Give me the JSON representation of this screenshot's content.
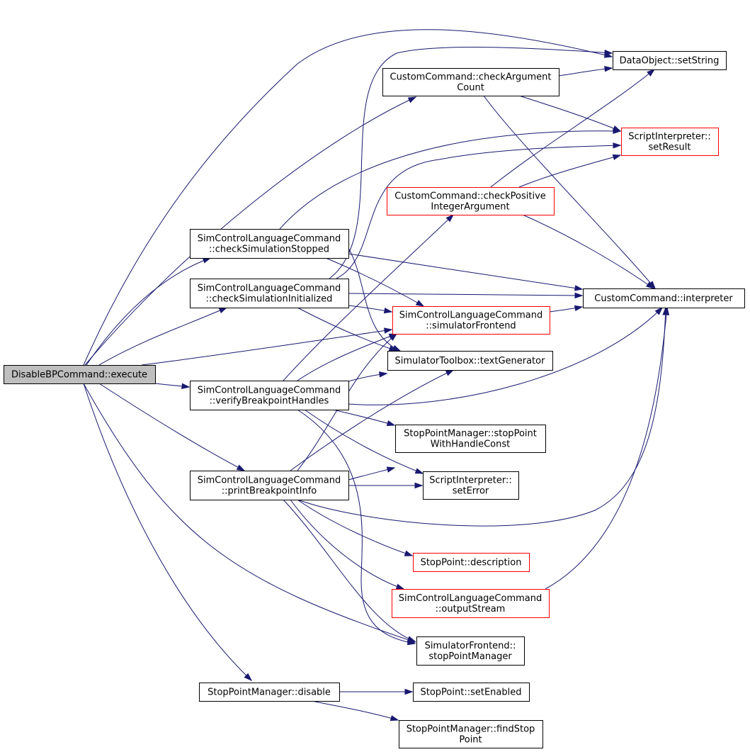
{
  "graph": {
    "edge_color": "#191970",
    "red_border_color": "#ff0000",
    "root_fill_color": "#bfbfbf",
    "nodes": {
      "execute": {
        "lines": [
          "DisableBPCommand::execute"
        ],
        "style": "root"
      },
      "setString": {
        "lines": [
          "DataObject::setString"
        ],
        "style": "normal"
      },
      "checkArgumentCount": {
        "lines": [
          "CustomCommand::checkArgument",
          "Count"
        ],
        "style": "normal"
      },
      "setResult": {
        "lines": [
          "ScriptInterpreter::",
          "setResult"
        ],
        "style": "red"
      },
      "checkPositive": {
        "lines": [
          "CustomCommand::checkPositive",
          "IntegerArgument"
        ],
        "style": "red"
      },
      "checkStopped": {
        "lines": [
          "SimControlLanguageCommand",
          "::checkSimulationStopped"
        ],
        "style": "normal"
      },
      "checkInitialized": {
        "lines": [
          "SimControlLanguageCommand",
          "::checkSimulationInitialized"
        ],
        "style": "normal"
      },
      "interpreter": {
        "lines": [
          "CustomCommand::interpreter"
        ],
        "style": "normal"
      },
      "simulatorFrontend": {
        "lines": [
          "SimControlLanguageCommand",
          "::simulatorFrontend"
        ],
        "style": "red"
      },
      "textGenerator": {
        "lines": [
          "SimulatorToolbox::textGenerator"
        ],
        "style": "normal"
      },
      "verifyHandles": {
        "lines": [
          "SimControlLanguageCommand",
          "::verifyBreakpointHandles"
        ],
        "style": "normal"
      },
      "stopPointWithHandle": {
        "lines": [
          "StopPointManager::stopPoint",
          "WithHandleConst"
        ],
        "style": "normal"
      },
      "printInfo": {
        "lines": [
          "SimControlLanguageCommand",
          "::printBreakpointInfo"
        ],
        "style": "normal"
      },
      "setError": {
        "lines": [
          "ScriptInterpreter::",
          "setError"
        ],
        "style": "normal"
      },
      "description": {
        "lines": [
          "StopPoint::description"
        ],
        "style": "red"
      },
      "outputStream": {
        "lines": [
          "SimControlLanguageCommand",
          "::outputStream"
        ],
        "style": "red"
      },
      "stopPointManager": {
        "lines": [
          "SimulatorFrontend::",
          "stopPointManager"
        ],
        "style": "normal"
      },
      "disable": {
        "lines": [
          "StopPointManager::disable"
        ],
        "style": "normal"
      },
      "setEnabled": {
        "lines": [
          "StopPoint::setEnabled"
        ],
        "style": "normal"
      },
      "findStopPoint": {
        "lines": [
          "StopPointManager::findStop",
          "Point"
        ],
        "style": "normal"
      }
    },
    "edges": [
      {
        "from": "execute",
        "to": "setString"
      },
      {
        "from": "execute",
        "to": "checkArgumentCount"
      },
      {
        "from": "execute",
        "to": "checkStopped"
      },
      {
        "from": "execute",
        "to": "checkInitialized"
      },
      {
        "from": "execute",
        "to": "simulatorFrontend"
      },
      {
        "from": "execute",
        "to": "verifyHandles"
      },
      {
        "from": "execute",
        "to": "printInfo"
      },
      {
        "from": "execute",
        "to": "stopPointManager"
      },
      {
        "from": "execute",
        "to": "disable"
      },
      {
        "from": "checkArgumentCount",
        "to": "setString"
      },
      {
        "from": "checkArgumentCount",
        "to": "setResult"
      },
      {
        "from": "checkArgumentCount",
        "to": "interpreter"
      },
      {
        "from": "checkPositive",
        "to": "setString"
      },
      {
        "from": "checkPositive",
        "to": "setResult"
      },
      {
        "from": "checkPositive",
        "to": "interpreter"
      },
      {
        "from": "checkStopped",
        "to": "setResult"
      },
      {
        "from": "checkStopped",
        "to": "interpreter"
      },
      {
        "from": "checkStopped",
        "to": "simulatorFrontend"
      },
      {
        "from": "checkStopped",
        "to": "textGenerator"
      },
      {
        "from": "checkInitialized",
        "to": "setString"
      },
      {
        "from": "checkInitialized",
        "to": "setResult"
      },
      {
        "from": "checkInitialized",
        "to": "interpreter"
      },
      {
        "from": "checkInitialized",
        "to": "simulatorFrontend"
      },
      {
        "from": "checkInitialized",
        "to": "textGenerator"
      },
      {
        "from": "simulatorFrontend",
        "to": "interpreter"
      },
      {
        "from": "verifyHandles",
        "to": "checkPositive"
      },
      {
        "from": "verifyHandles",
        "to": "simulatorFrontend"
      },
      {
        "from": "verifyHandles",
        "to": "textGenerator"
      },
      {
        "from": "verifyHandles",
        "to": "interpreter"
      },
      {
        "from": "verifyHandles",
        "to": "stopPointWithHandle"
      },
      {
        "from": "verifyHandles",
        "to": "setError"
      },
      {
        "from": "verifyHandles",
        "to": "stopPointManager"
      },
      {
        "from": "printInfo",
        "to": "simulatorFrontend"
      },
      {
        "from": "printInfo",
        "to": "textGenerator"
      },
      {
        "from": "printInfo",
        "to": "stopPointWithHandle"
      },
      {
        "from": "printInfo",
        "to": "setError"
      },
      {
        "from": "printInfo",
        "to": "interpreter"
      },
      {
        "from": "printInfo",
        "to": "description"
      },
      {
        "from": "printInfo",
        "to": "outputStream"
      },
      {
        "from": "printInfo",
        "to": "stopPointManager"
      },
      {
        "from": "outputStream",
        "to": "interpreter"
      },
      {
        "from": "disable",
        "to": "setEnabled"
      },
      {
        "from": "disable",
        "to": "findStopPoint"
      }
    ]
  }
}
